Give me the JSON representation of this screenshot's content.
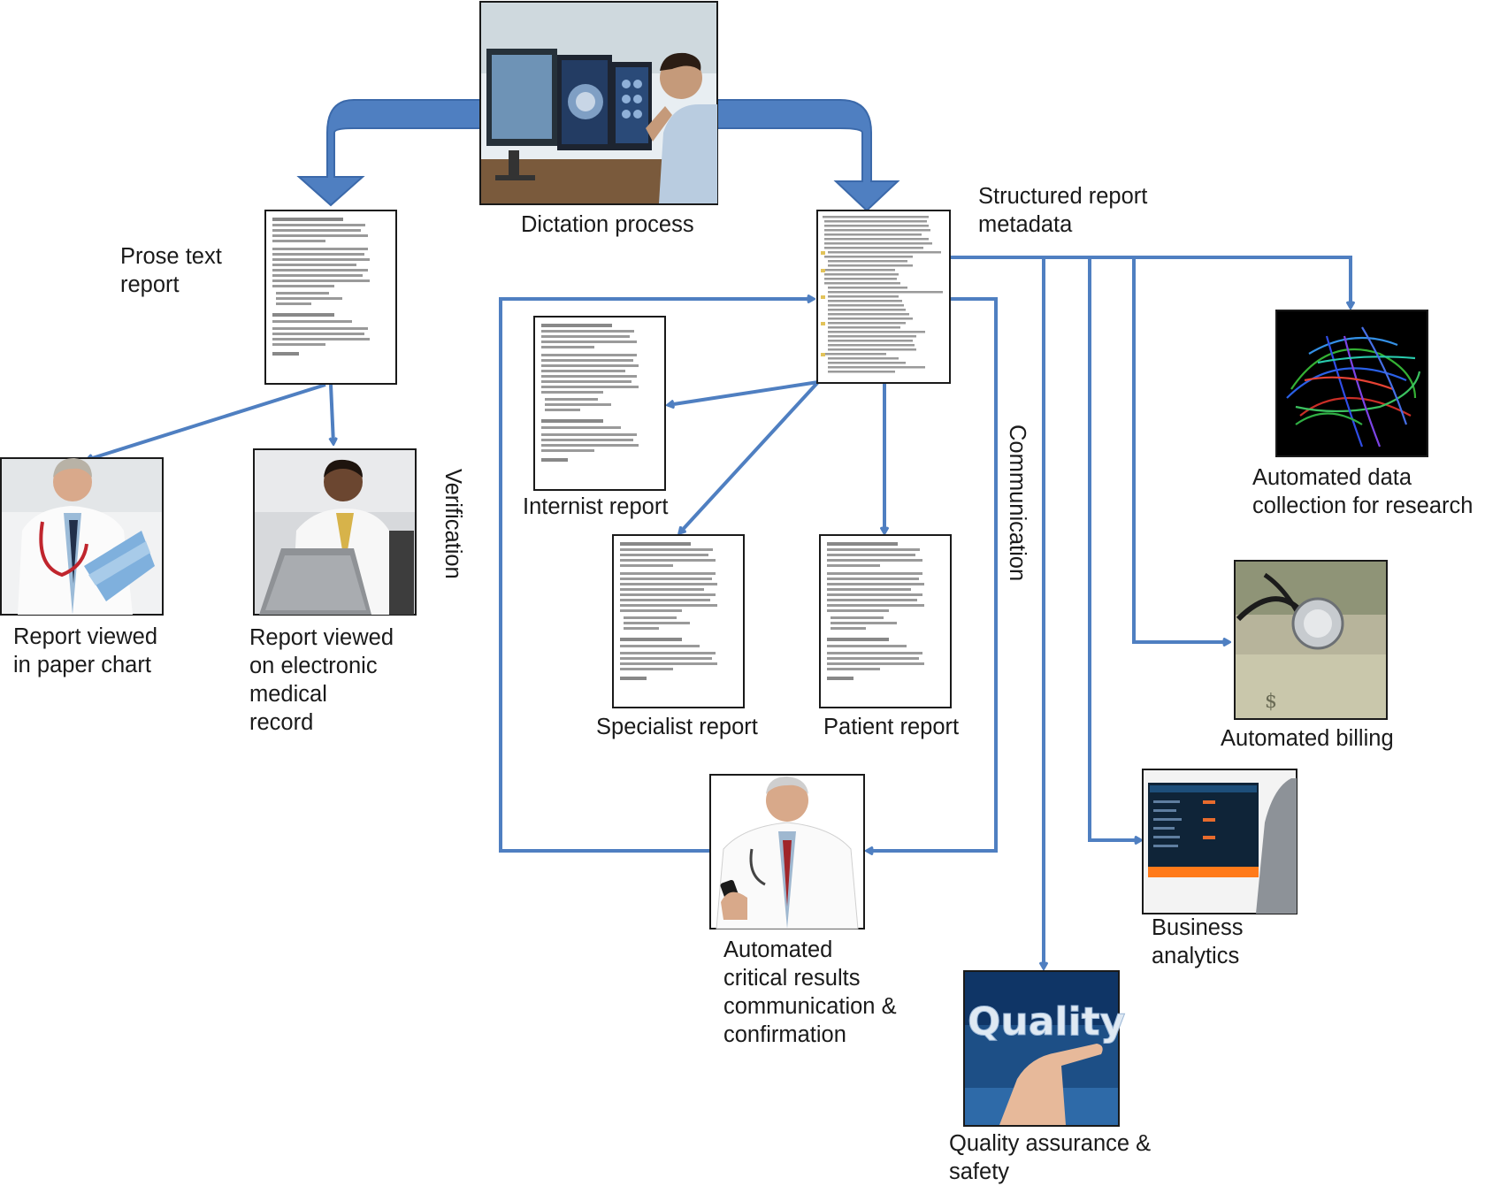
{
  "figure": {
    "nodes": {
      "dictation": {
        "label": "Dictation process"
      },
      "structured": {
        "label": "Structured report\nmetadata"
      },
      "prose": {
        "label": "Prose text\nreport"
      },
      "paper_chart": {
        "label": "Report viewed\nin paper chart"
      },
      "emr": {
        "label": "Report viewed\non electronic\nmedical\nrecord"
      },
      "internist": {
        "label": "Internist report"
      },
      "specialist": {
        "label": "Specialist report"
      },
      "patient": {
        "label": "Patient report"
      },
      "critical": {
        "label": "Automated\ncritical results\ncommunication &\nconfirmation"
      },
      "research": {
        "label": "Automated data\ncollection for research"
      },
      "billing": {
        "label": "Automated billing"
      },
      "analytics": {
        "label": "Business\nanalytics"
      },
      "quality": {
        "label": "Quality assurance &\nsafety"
      }
    },
    "edges": {
      "verification": "Verification",
      "communication": "Communication"
    },
    "photo_text": {
      "quality_word": "Quality"
    },
    "colors": {
      "arrow": "#4f7fc1",
      "arrow_stroke": "#3b69aa",
      "frame": "#1a1a1a"
    },
    "icons": {
      "dictation": "radiologist-dictation-photo",
      "paper_chart": "doctor-reading-folder-photo",
      "emr": "doctor-with-laptop-photo",
      "critical": "doctor-with-phone-photo",
      "research": "brain-tractography-photo",
      "billing": "stethoscope-on-money-photo",
      "analytics": "analytics-dashboard-photo",
      "quality": "quality-touchscreen-photo"
    }
  }
}
